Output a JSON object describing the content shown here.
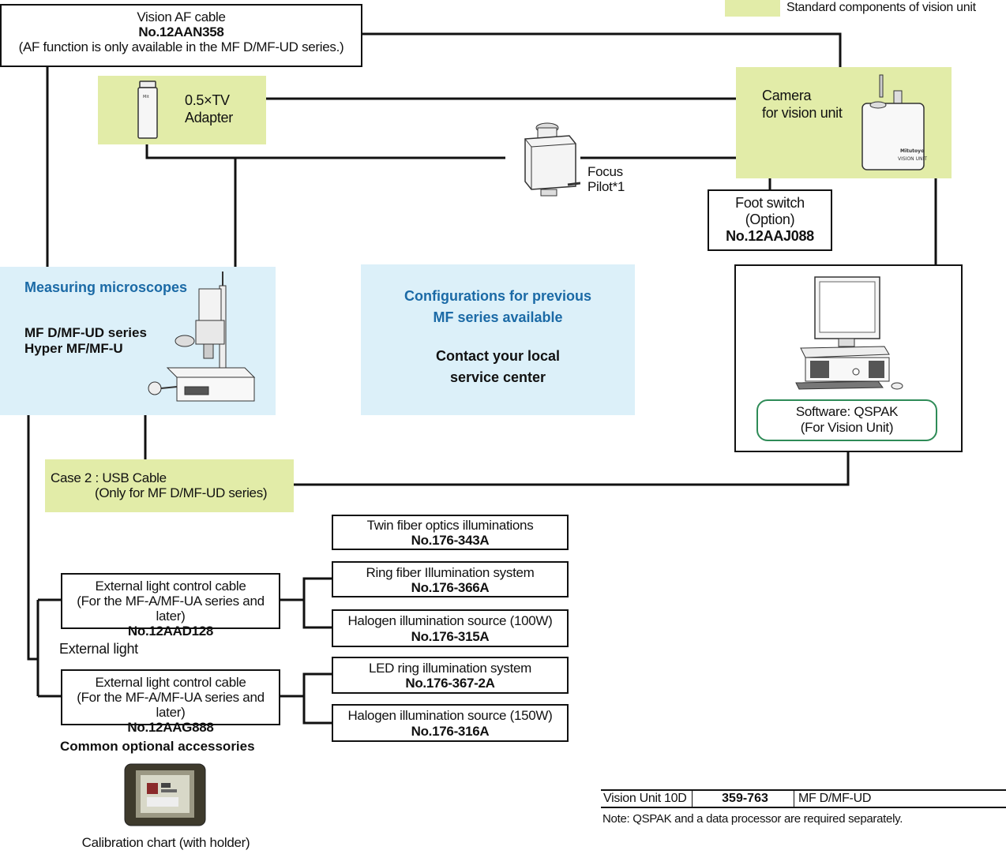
{
  "legend": {
    "label": "Standard components of vision unit",
    "swatch_color": "#e2eca8"
  },
  "af_cable": {
    "title": "Vision AF cable",
    "part_no": "No.12AAN358",
    "note": "(AF function is only available in the MF D/MF-UD series.)"
  },
  "tv_adapter": {
    "line1": "0.5×TV",
    "line2": "Adapter"
  },
  "camera": {
    "line1": "Camera",
    "line2": "for vision unit",
    "brand": "Mitutoyo",
    "model": "VISION UNIT"
  },
  "focus_pilot": {
    "line1": "Focus",
    "line2": "Pilot*1"
  },
  "foot_switch": {
    "line1": "Foot switch",
    "line2": "(Option)",
    "part_no": "No.12AAJ088"
  },
  "microscopes": {
    "heading": "Measuring microscopes",
    "series1": "MF D/MF-UD series",
    "series2": "Hyper MF/MF-U"
  },
  "previous_config": {
    "line1": "Configurations for previous",
    "line2": "MF series available",
    "contact1": "Contact your local",
    "contact2": "service center"
  },
  "software": {
    "line1": "Software: QSPAK",
    "line2": "(For Vision Unit)"
  },
  "usb_cable": {
    "line1": "Case 2 : USB Cable",
    "line2": "(Only for MF D/MF-UD series)"
  },
  "twin_fiber": {
    "title": "Twin fiber optics illuminations",
    "part_no": "No.176-343A"
  },
  "ring_fiber": {
    "title": "Ring fiber Illumination system",
    "part_no": "No.176-366A"
  },
  "halogen_100": {
    "title": "Halogen illumination source (100W)",
    "part_no": "No.176-315A"
  },
  "ext_cable_1": {
    "line1": "External light control cable",
    "line2": "(For the MF-A/MF-UA series and later)",
    "part_no": "No.12AAD128"
  },
  "external_light": {
    "label": "External light"
  },
  "led_ring": {
    "title": "LED ring illumination system",
    "part_no": "No.176-367-2A"
  },
  "halogen_150": {
    "title": "Halogen illumination source (150W)",
    "part_no": "No.176-316A"
  },
  "ext_cable_2": {
    "line1": "External light control cable",
    "line2": "(For the MF-A/MF-UA series and later)",
    "part_no": "No.12AAG888"
  },
  "accessories": {
    "heading": "Common optional accessories",
    "caption": "Calibration chart (with holder)"
  },
  "order_table": {
    "product": "Vision Unit 10D",
    "code": "359-763",
    "models": "MF D/MF-UD",
    "note": "Note: QSPAK and a data processor are required separately."
  }
}
